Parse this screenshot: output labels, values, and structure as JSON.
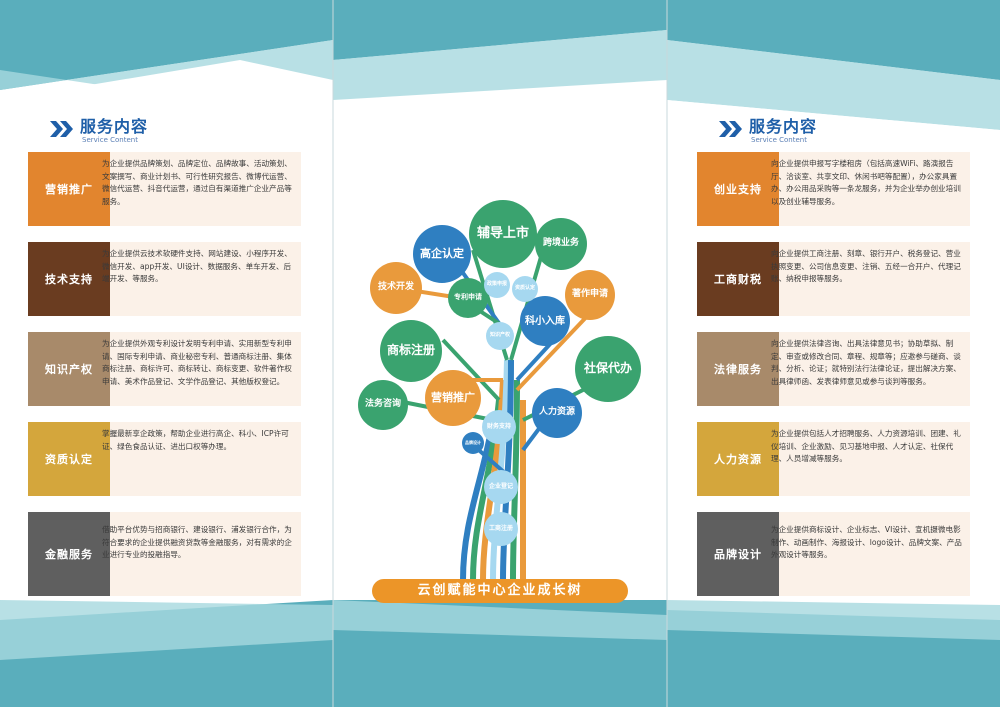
{
  "colors": {
    "teal_dark": "#4f9fb0",
    "teal_light": "#a6d8df",
    "orange": "#e2852e",
    "brown": "#6a3c20",
    "khaki": "#a88a6a",
    "gold": "#d4a63c",
    "gray": "#5f5f5f",
    "brand_blue": "#1f5fa8"
  },
  "left": {
    "heading": {
      "title": "服务内容",
      "subtitle": "Service Content",
      "icon": "double-chevron-icon"
    },
    "services": [
      {
        "label": "营销推广",
        "desc": "为企业提供品牌策划、品牌定位、品牌故事、活动策划、文案撰写、商业计划书、可行性研究报告、微博代运营、微信代运营、抖音代运营，通过自有渠道推广企业产品等服务。"
      },
      {
        "label": "技术支持",
        "desc": "为企业提供云技术软硬件支持、网站建设、小程序开发、微信开发、app开发、UI设计、数据服务、单车开发、后端开发、等服务。"
      },
      {
        "label": "知识产权",
        "desc": "为企业提供外观专利设计发明专利申请、实用新型专利申请、国际专利申请、商业秘密专利、普通商标注册、集体商标注册、商标许可、商标转让、商标变更、软件著作权申请、美术作品登记、文学作品登记、其他版权登记。"
      },
      {
        "label": "资质认定",
        "desc": "掌握最新享企政策，帮助企业进行高企、科小、ICP许可证、绿色食品认证、进出口权等办理。"
      },
      {
        "label": "金融服务",
        "desc": "借助平台优势与招商银行、建设银行、浦发银行合作，为符合要求的企业提供融资贷款等金融服务，对有需求的企业进行专业的投融指导。"
      }
    ]
  },
  "right": {
    "heading": {
      "title": "服务内容",
      "subtitle": "Service Content",
      "icon": "double-chevron-icon"
    },
    "services": [
      {
        "label": "创业支持",
        "desc": "向企业提供申报写字楼租房（包括高速WiFi、路演报告厅、洽谈室、共享文印、休闲书吧等配置），办公家具置办、办公用品采购等一条龙服务，并为企业举办创业培训以及创业辅导服务。"
      },
      {
        "label": "工商财税",
        "desc": "向企业提供工商注册、刻章、银行开户、税务登记、营业执照变更、公司信息变更、注销、五经一合开户、代理记账、纳税申报等服务。"
      },
      {
        "label": "法律服务",
        "desc": "向企业提供法律咨询、出具法律意见书；协助草拟、制定、审查或修改合同、章程、规章等；应邀参与磋商、谈判、分析、论证；就特别法行法律论证，提出解决方案、出具律师函、发表律师意见或参与谈判等服务。"
      },
      {
        "label": "人力资源",
        "desc": "为企业提供包括人才招聘服务、人力资源培训、团建、礼仪培训、企业激励、见习基地申报、人才认定、社保代理、人员增减等服务。"
      },
      {
        "label": "品牌设计",
        "desc": "为企业提供商标设计、企业标志、VI设计、宣机摄微电影制作、动画制作、海报设计、logo设计、品牌文案、产品外观设计等服务。"
      }
    ]
  },
  "tree": {
    "banner": "云创赋能中心企业成长树",
    "nodes": [
      {
        "id": "n1",
        "label": "辅导上市",
        "color": "#3aa36f"
      },
      {
        "id": "n2",
        "label": "高企认定",
        "color": "#2f7fc1"
      },
      {
        "id": "n3",
        "label": "跨境业务",
        "color": "#3aa36f"
      },
      {
        "id": "n4",
        "label": "技术开发",
        "color": "#e99a3c"
      },
      {
        "id": "n5",
        "label": "著作申请",
        "color": "#e99a3c"
      },
      {
        "id": "n6",
        "label": "专利申请",
        "color": "#3aa36f"
      },
      {
        "id": "n7",
        "label": "科小入库",
        "color": "#2f7fc1"
      },
      {
        "id": "n8",
        "label": "商标注册",
        "color": "#3aa36f"
      },
      {
        "id": "n9",
        "label": "社保代办",
        "color": "#3aa36f"
      },
      {
        "id": "n10",
        "label": "法务咨询",
        "color": "#3aa36f"
      },
      {
        "id": "n11",
        "label": "营销推广",
        "color": "#e99a3c"
      },
      {
        "id": "n12",
        "label": "人力资源",
        "color": "#2f7fc1"
      },
      {
        "id": "n13",
        "label": "政策申报",
        "color": "#a6d8f0"
      },
      {
        "id": "n14",
        "label": "资质认定",
        "color": "#a6d8f0"
      },
      {
        "id": "n15",
        "label": "知识产权",
        "color": "#a6d8f0"
      },
      {
        "id": "n16",
        "label": "财务支持",
        "color": "#a6d8f0"
      },
      {
        "id": "n17",
        "label": "品牌设计",
        "color": "#2f7fc1"
      },
      {
        "id": "n18",
        "label": "企业登记",
        "color": "#a6d8f0"
      },
      {
        "id": "n19",
        "label": "工商注册",
        "color": "#a6d8f0"
      }
    ]
  }
}
